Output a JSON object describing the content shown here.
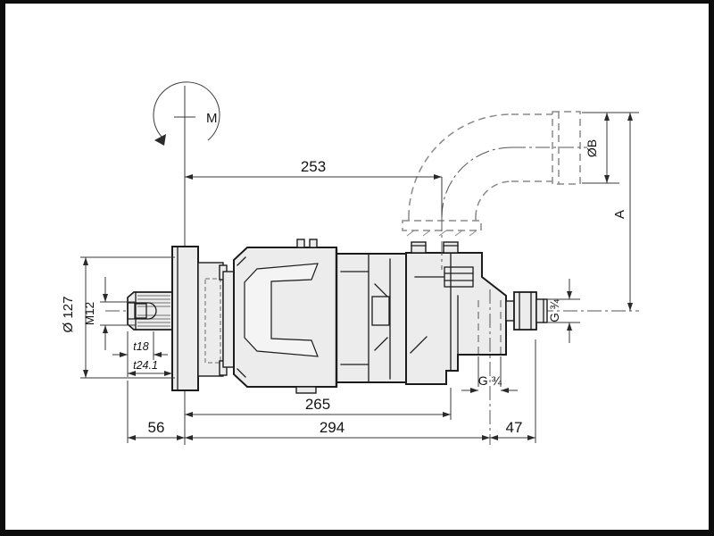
{
  "drawing": {
    "colors": {
      "background": "#ffffff",
      "frame": "#0d0d0d",
      "body_fill": "#ececec",
      "outline": "#1c1c1c",
      "dimension": "#3a3a3a",
      "hidden_lines": "#8a8a8a"
    },
    "labels": {
      "torque": "M",
      "dim_253": "253",
      "dim_diameter_b": "ØB",
      "dim_a": "A",
      "dim_diameter_127": "Ø 127",
      "dim_m12": "M12",
      "dim_depth_18": "t18",
      "dim_depth_24_1": "t24.1",
      "dim_g34_rear_port": "G ¾",
      "dim_g34_bottom_port": "G ¾",
      "dim_265": "265",
      "dim_294": "294",
      "dim_56": "56",
      "dim_47": "47"
    }
  }
}
